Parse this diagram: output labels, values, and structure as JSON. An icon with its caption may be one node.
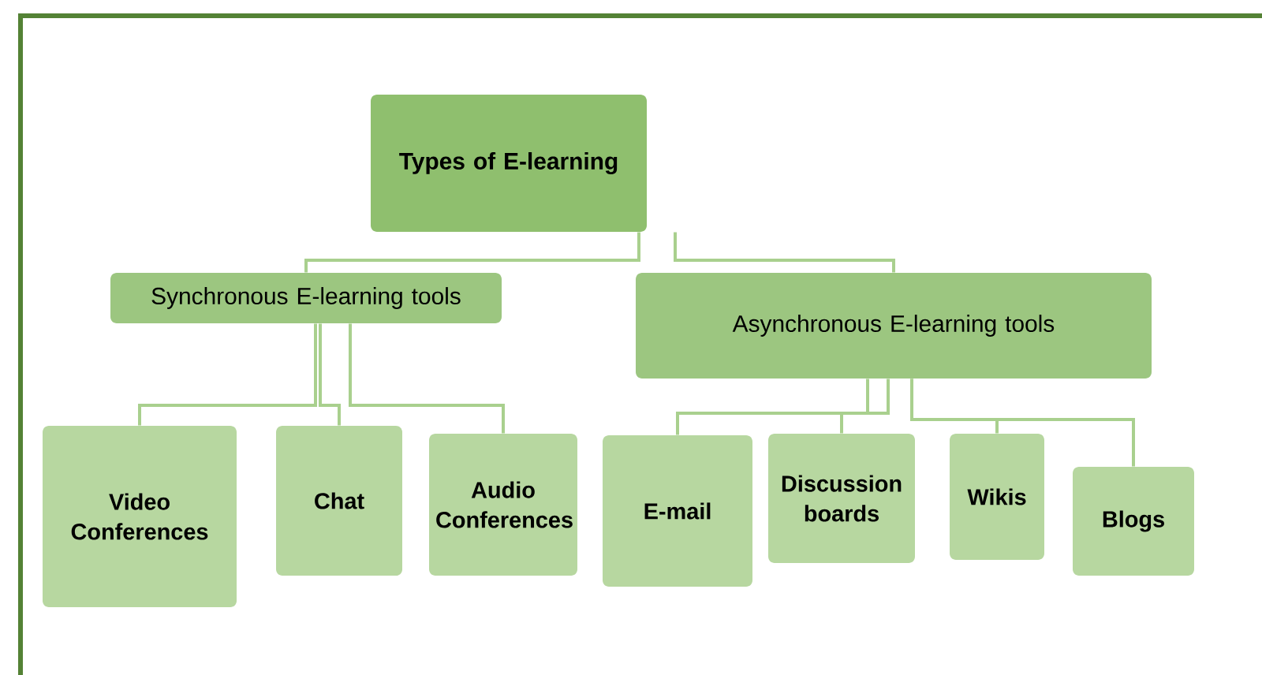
{
  "diagram": {
    "nodes": [
      {
        "text": [
          "Types of E-learning"
        ]
      },
      {
        "text": [
          "Synchronous E-learning tools"
        ]
      },
      {
        "text": [
          "Asynchronous E-learning tools"
        ]
      },
      {
        "text": [
          "Video Conferences"
        ]
      },
      {
        "text": [
          "Chat"
        ]
      },
      {
        "text": [
          "Audio Conferences"
        ]
      },
      {
        "text": [
          "E-mail"
        ]
      },
      {
        "text": [
          "Discussion boards"
        ]
      },
      {
        "text": [
          "Wikis"
        ]
      },
      {
        "text": [
          "Blogs"
        ]
      }
    ],
    "edges": [
      {
        "from": 0,
        "to": 1,
        "arrow": "none"
      },
      {
        "from": 0,
        "to": 2,
        "arrow": "none"
      },
      {
        "from": 1,
        "to": 3,
        "arrow": "none"
      },
      {
        "from": 1,
        "to": 4,
        "arrow": "none"
      },
      {
        "from": 1,
        "to": 5,
        "arrow": "none"
      },
      {
        "from": 2,
        "to": 6,
        "arrow": "none"
      },
      {
        "from": 2,
        "to": 7,
        "arrow": "none"
      },
      {
        "from": 2,
        "to": 8,
        "arrow": "none"
      },
      {
        "from": 2,
        "to": 9,
        "arrow": "none"
      }
    ]
  }
}
